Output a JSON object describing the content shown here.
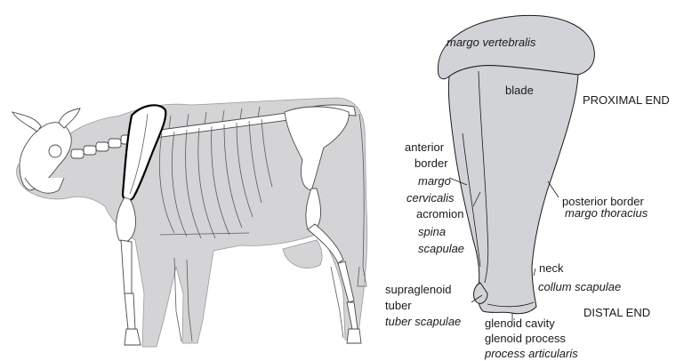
{
  "labels": {
    "margo_vertebralis": "margo vertebralis",
    "blade": "blade",
    "proximal_end": "PROXIMAL END",
    "anterior": "anterior",
    "border": "border",
    "margo": "margo",
    "cervicalis": "cervicalis",
    "acromion": "acromion",
    "spina": "spina",
    "scapulae": "scapulae",
    "posterior_border": "posterior border",
    "margo_thoracius": "margo thoracius",
    "neck": "neck",
    "collum_scapulae": "collum scapulae",
    "supraglenoid": "supraglenoid",
    "tuber": "tuber",
    "tuber_scapulae": "tuber scapulae",
    "glenoid_cavity": "glenoid cavity",
    "glenoid_process": "glenoid process",
    "process_articularis": "process articularis",
    "distal_end": "DISTAL END"
  },
  "colors": {
    "body_fill": "#d4d4d6",
    "scapula_fill": "#d2d3d6",
    "outline": "#1a1a1a"
  }
}
